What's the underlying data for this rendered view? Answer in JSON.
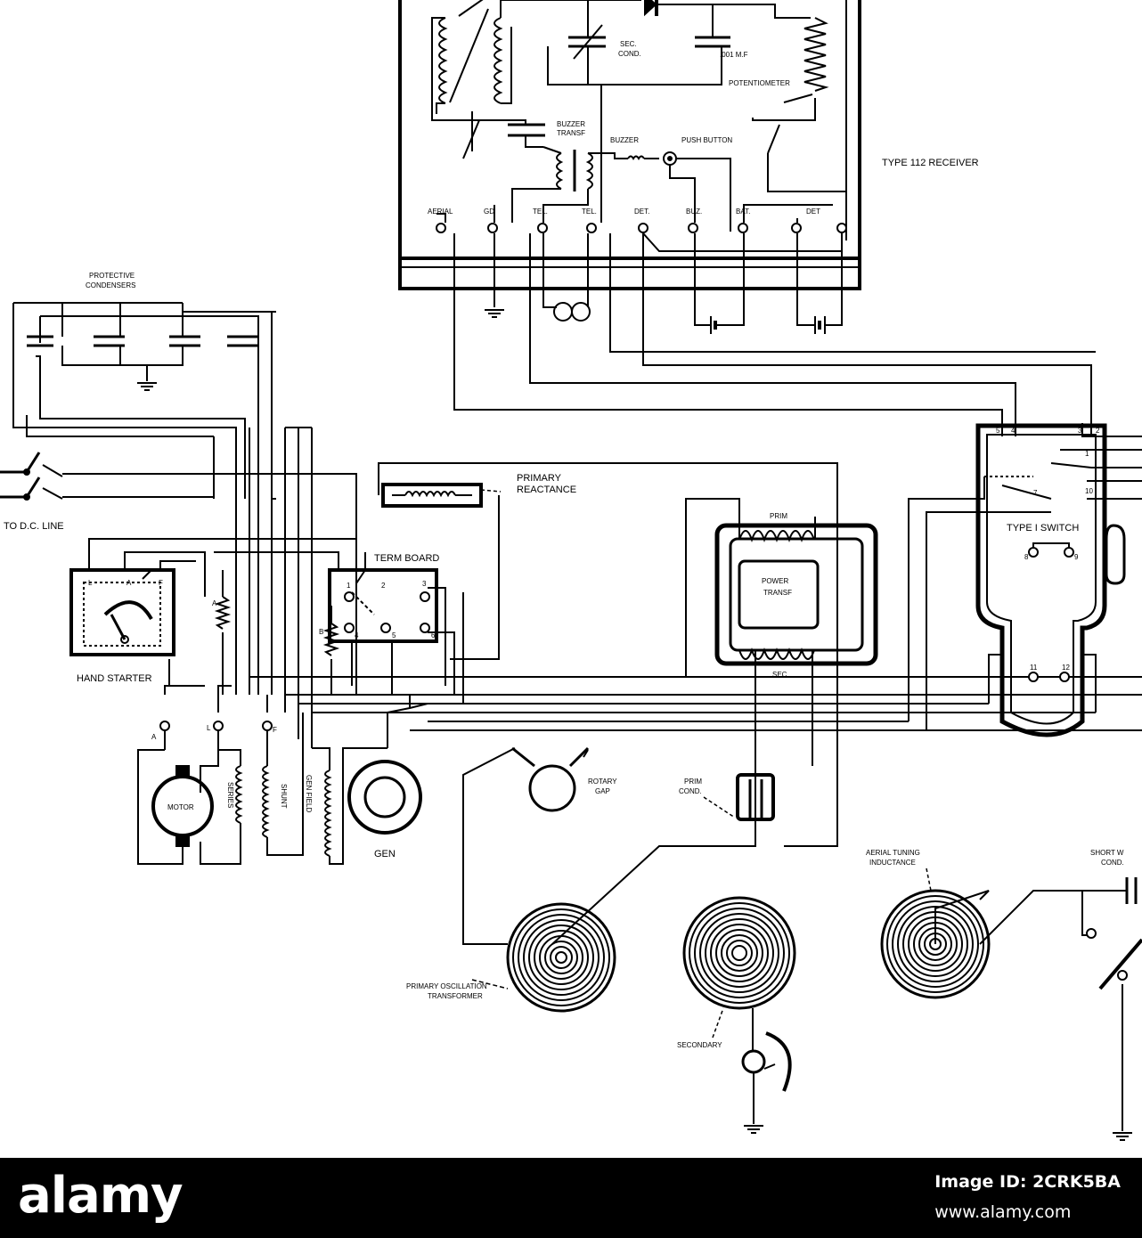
{
  "diagram": {
    "receiver": {
      "title": "TYPE 112 RECEIVER",
      "sec_cond": [
        "SEC.",
        "COND."
      ],
      "fixed_cond": ".001 M.F",
      "potentiometer": "POTENTIOMETER",
      "buzzer_transf": [
        "BUZZER",
        "TRANSF"
      ],
      "buzzer": "BUZZER",
      "push_button": "PUSH BUTTON",
      "terminals": [
        "AERIAL",
        "GD",
        "TEL.",
        "TEL.",
        "DET.",
        "BUZ.",
        "BAT.",
        "DET"
      ]
    },
    "protective_condensers": [
      "PROTECTIVE",
      "CONDENSERS"
    ],
    "dc_line": "TO D.C. LINE",
    "hand_starter": "HAND STARTER",
    "starter_terminals": [
      "L",
      "A",
      "F"
    ],
    "motor": "MOTOR",
    "series": "SERIES",
    "shunt": "SHUNT",
    "gen_field": "GEN FIELD",
    "gen": "GEN",
    "motor_terminals": [
      "A",
      "L",
      "F"
    ],
    "resistor_a": "A",
    "resistor_b": "B",
    "primary_reactance": [
      "PRIMARY",
      "REACTANCE"
    ],
    "term_board": "TERM BOARD",
    "term_board_numbers": [
      "1",
      "2",
      "3",
      "4",
      "5",
      "6"
    ],
    "power_transf": {
      "prim": "PRIM",
      "core": [
        "POWER",
        "TRANSF"
      ],
      "sec": "SEC"
    },
    "switch": {
      "title": "TYPE I SWITCH",
      "numbers": [
        "5",
        "4",
        "3",
        "2",
        "1",
        "7",
        "10",
        "8",
        "9",
        "11",
        "12"
      ]
    },
    "rotary_gap": [
      "ROTARY",
      "GAP"
    ],
    "prim_cond": [
      "PRIM",
      "COND."
    ],
    "primary_osc_transformer": [
      "PRIMARY OSCILLATION",
      "TRANSFORMER"
    ],
    "secondary": "SECONDARY",
    "aerial_tuning_inductance": [
      "AERIAL TUNING",
      "INDUCTANCE"
    ],
    "short_wave_cond": [
      "SHORT W",
      "COND."
    ]
  },
  "footer": {
    "brand": "alamy",
    "image_id": "Image ID: 2CRK5BA",
    "url": "www.alamy.com"
  }
}
